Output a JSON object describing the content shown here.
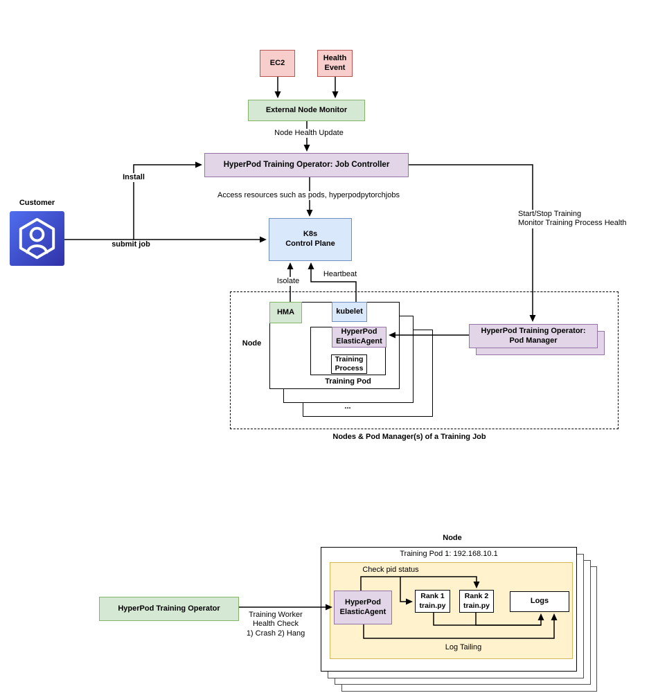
{
  "colors": {
    "pink_fill": "#F8CECC",
    "pink_border": "#B85450",
    "green_fill": "#D5E8D4",
    "green_border": "#82B366",
    "purple_fill": "#E1D5E7",
    "purple_border": "#9673A6",
    "blue_fill": "#DAE8FC",
    "blue_border": "#6C8EBF",
    "yellow_fill": "#FFF2CC",
    "yellow_border": "#D6B656",
    "customer_blue_light": "#4F6EEF",
    "customer_blue_dark": "#3032A8"
  },
  "top": {
    "ec2": "EC2",
    "health_event": "Health\nEvent",
    "external_node_monitor": "External Node Monitor",
    "node_health_update": "Node Health Update",
    "job_controller": "HyperPod Training Operator: Job Controller",
    "install": "Install",
    "access_resources": "Access resources such as pods, hyperpodpytorchjobs",
    "customer": "Customer",
    "submit_job": "submit job",
    "k8s": "K8s\nControl Plane",
    "start_stop": "Start/Stop Training\nMonitor Training Process Health",
    "isolate": "Isolate",
    "heartbeat": "Heartbeat"
  },
  "cluster": {
    "node_label": "Node",
    "hma": "HMA",
    "kubelet": "kubelet",
    "elastic_agent": "HyperPod\nElasticAgent",
    "training_process": "Training\nProcess",
    "training_pod": "Training Pod",
    "ellipsis": "...",
    "pod_manager": "HyperPod Training Operator:\nPod Manager",
    "caption": "Nodes & Pod Manager(s) of a Training Job"
  },
  "bottom": {
    "node_label": "Node",
    "training_pod_title": "Training Pod 1: 192.168.10.1",
    "check_pid": "Check pid status",
    "hpto": "HyperPod Training Operator",
    "health_check": "Training Worker\nHealth Check\n1) Crash 2) Hang",
    "elastic_agent": "HyperPod\nElasticAgent",
    "rank1": "Rank 1\ntrain.py",
    "rank2": "Rank 2\ntrain.py",
    "logs": "Logs",
    "log_tailing": "Log Tailing"
  }
}
